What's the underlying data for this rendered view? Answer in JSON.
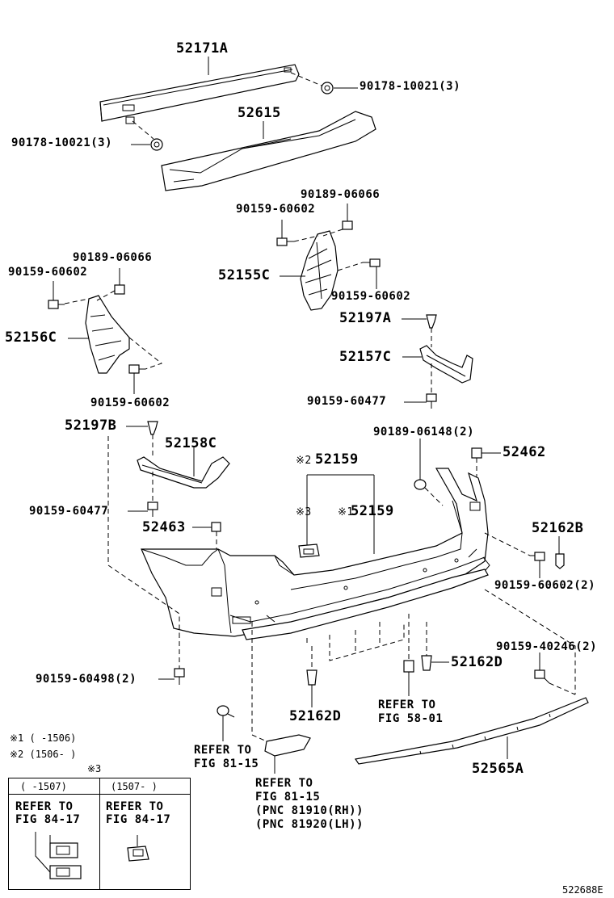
{
  "diagram": {
    "image_code": "522688E",
    "callouts": {
      "reinforcement": "52171A",
      "absorber": "52615",
      "nut_top_right": "90178-10021(3)",
      "nut_top_left": "90178-10021(3)",
      "bracket_rh": "52155C",
      "bracket_lh": "52156C",
      "rh_clip_top": "90189-06066",
      "rh_screw_top": "90159-60602",
      "rh_screw_right": "90159-60602",
      "lh_clip_top": "90189-06066",
      "lh_screw_top": "90159-60602",
      "lh_screw_bottom": "90159-60602",
      "retainer_rh_clip": "52197A",
      "retainer_rh": "52157C",
      "retainer_rh_screw": "90159-60477",
      "retainer_lh_clip": "52197B",
      "retainer_lh": "52158C",
      "retainer_lh_screw": "90159-60477",
      "clip_right_top": "90189-06148(2)",
      "pad_right": "52462",
      "pad_left": "52463",
      "sensor_bracket_top_mark": "※2",
      "sensor_bracket_top": "52159",
      "sensor_bracket_mid_mark": "※1",
      "sensor_bracket_mid": "52159",
      "sensor_mark_3": "※3",
      "spacer_right": "52162B",
      "screw_right": "90159-60602(2)",
      "screw_lower_right": "90159-40246(2)",
      "screw_lower_left": "90159-60498(2)",
      "clip_lower_mid": "52162D",
      "clip_lower_right": "52162D",
      "refer_58_line1": "REFER TO",
      "refer_58_line2": "FIG 58-01",
      "refer_81_left_line1": "REFER TO",
      "refer_81_left_line2": "FIG 81-15",
      "refer_81_mid_line1": "REFER TO",
      "refer_81_mid_line2": "FIG 81-15",
      "refer_81_mid_line3": "(PNC 81910(RH))",
      "refer_81_mid_line4": "(PNC 81920(LH))",
      "moulding": "52565A"
    },
    "legend": {
      "note1": "※1 (     -1506)",
      "note2": "※2 (1506-      )",
      "note3_mark": "※3",
      "col1_header": "(     -1507)",
      "col2_header": "(1507-      )",
      "col1_line1": "REFER TO",
      "col1_line2": "FIG 84-17",
      "col2_line1": "REFER TO",
      "col2_line2": "FIG 84-17"
    }
  }
}
